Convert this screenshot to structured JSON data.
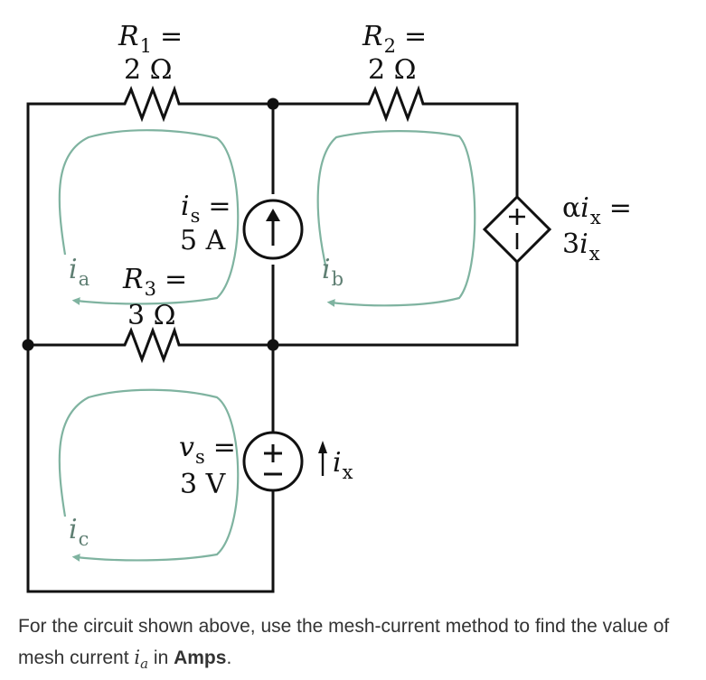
{
  "r1": {
    "name": "R",
    "sub": "1",
    "eq": "=",
    "value": "2 Ω"
  },
  "r2": {
    "name": "R",
    "sub": "2",
    "eq": "=",
    "value": "2 Ω"
  },
  "r3": {
    "name": "R",
    "sub": "3",
    "eq": "=",
    "value": "3 Ω"
  },
  "is": {
    "name": "i",
    "sub": "s",
    "eq": "=",
    "value": "5 A"
  },
  "vs": {
    "name": "v",
    "sub": "s",
    "eq": "=",
    "value": "3 V"
  },
  "dep": {
    "coef": "α",
    "name": "i",
    "sub": "x",
    "eq": "=",
    "value_coef": "3",
    "value_name": "i",
    "value_sub": "x"
  },
  "ix": {
    "name": "i",
    "sub": "x"
  },
  "mesh_a": {
    "name": "i",
    "sub": "a"
  },
  "mesh_b": {
    "name": "i",
    "sub": "b"
  },
  "mesh_c": {
    "name": "i",
    "sub": "c"
  },
  "question": {
    "part1": "For the circuit shown above, use the mesh-current method to find the value of mesh current ",
    "var_name": "i",
    "var_sub": "a",
    "part2": " in ",
    "unit": "Amps",
    "part3": "."
  }
}
